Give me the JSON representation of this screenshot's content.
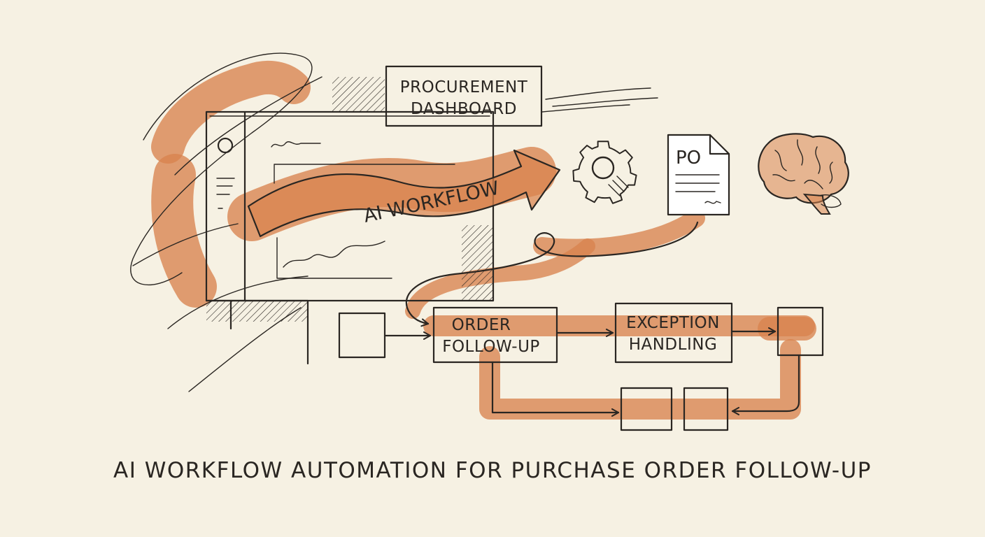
{
  "diagram": {
    "nodes": {
      "dashboard": {
        "label_line1": "PROCUREMENT",
        "label_line2": "DASHBOARD"
      },
      "workflow_arrow": {
        "label": "AI WORKFLOW"
      },
      "po_document": {
        "label": "PO"
      },
      "order_followup": {
        "label_line1": "ORDER",
        "label_line2": "FOLLOW-UP"
      },
      "exception_handling": {
        "label_line1": "EXCEPTION",
        "label_line2": "HANDLING"
      }
    },
    "icons": [
      "gear-icon",
      "document-icon",
      "brain-icon"
    ],
    "caption": "AI WORKFLOW AUTOMATION FOR PURCHASE ORDER FOLLOW-UP"
  },
  "colors": {
    "background": "#f6f1e3",
    "ink": "#2a2622",
    "accent_wash": "#d9834e"
  }
}
